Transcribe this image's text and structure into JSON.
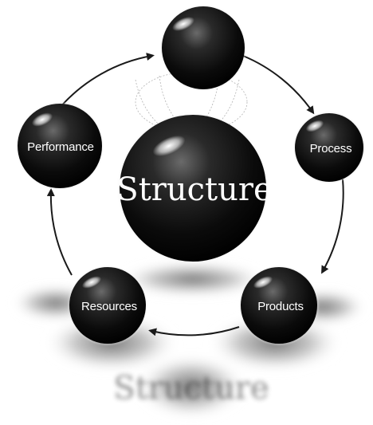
{
  "diagram": {
    "center": {
      "label": "Structure"
    },
    "nodes": [
      {
        "id": "top",
        "label": ""
      },
      {
        "id": "process",
        "label": "Process"
      },
      {
        "id": "products",
        "label": "Products"
      },
      {
        "id": "resources",
        "label": "Resources"
      },
      {
        "id": "performance",
        "label": "Performance"
      }
    ],
    "cycle_direction": "clockwise",
    "colors": {
      "sphere": "#111111",
      "arrow": "#1a1a1a",
      "label": "#ffffff",
      "shadow": "#888888"
    }
  }
}
